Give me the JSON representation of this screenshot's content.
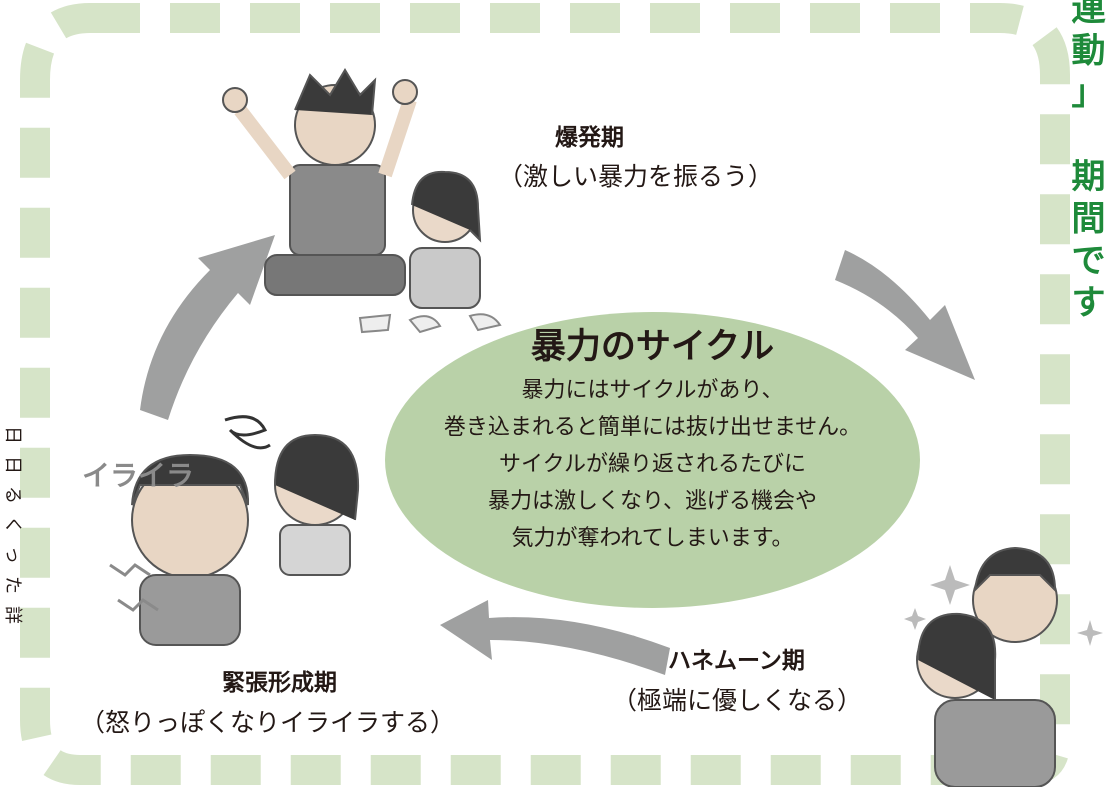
{
  "center": {
    "title": "暴力のサイクル",
    "lines": [
      "暴力にはサイクルがあり、",
      "巻き込まれると簡単には抜け出せません。",
      "サイクルが繰り返されるたびに",
      "暴力は激しくなり、逃げる機会や",
      "気力が奪われてしまいます。"
    ]
  },
  "phases": {
    "explosion": {
      "title": "爆発期",
      "desc": "（激しい暴力を振るう）"
    },
    "honeymoon": {
      "title": "ハネムーン期",
      "desc": "（極端に優しくなる）"
    },
    "tension": {
      "title": "緊張形成期",
      "desc": "（怒りっぽくなりイライラする）"
    }
  },
  "right_vertical_chars": [
    "連",
    "動",
    "」",
    "",
    "期",
    "間",
    "で",
    "す"
  ],
  "left_vertical_chars": [
    "日",
    "日",
    "る",
    "く",
    "っ",
    "た",
    "詳"
  ],
  "illustration_text": {
    "irairai": "イライラ"
  },
  "colors": {
    "dash": "#d6e4c8",
    "arrow": "#9fa0a0",
    "ellipse": "#b9d1a8",
    "heading_green": "#1e8a3a",
    "text": "#231815"
  }
}
